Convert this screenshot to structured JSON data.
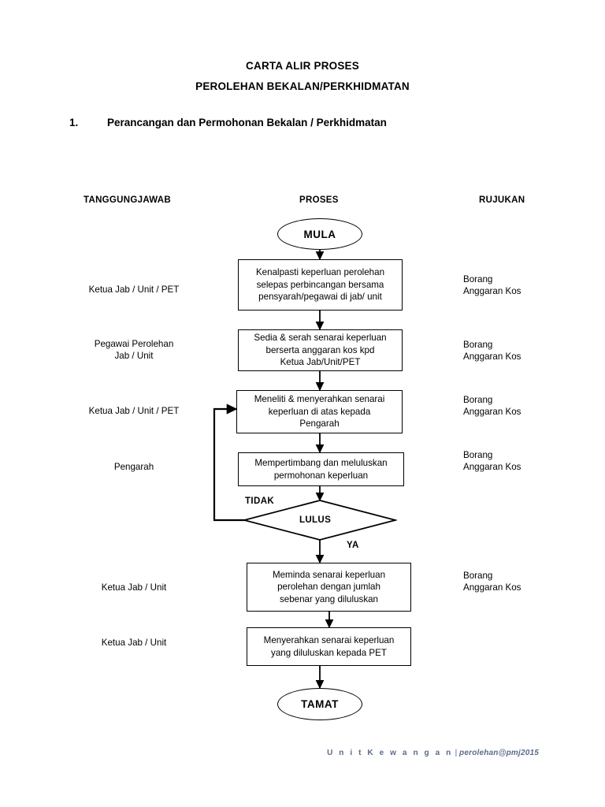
{
  "document": {
    "title_line1": "CARTA ALIR PROSES",
    "title_line2": "PEROLEHAN BEKALAN/PERKHIDMATAN",
    "section_number": "1.",
    "section_title": "Perancangan dan Permohonan Bekalan / Perkhidmatan"
  },
  "columns": {
    "left_header": "TANGGUNGJAWAB",
    "center_header": "PROSES",
    "right_header": "RUJUKAN"
  },
  "flow": {
    "start_label": "MULA",
    "end_label": "TAMAT",
    "decision_label": "LULUS",
    "branch_no": "TIDAK",
    "branch_yes": "YA",
    "steps": [
      {
        "responsibility": "Ketua Jab / Unit / PET",
        "process": "Kenalpasti keperluan perolehan\nselepas perbincangan bersama\npensyarah/pegawai di jab/ unit",
        "reference": "Borang\nAnggaran Kos"
      },
      {
        "responsibility": "Pegawai Perolehan\nJab / Unit",
        "process": "Sedia & serah senarai keperluan\nberserta anggaran kos kpd\nKetua Jab/Unit/PET",
        "reference": "Borang\nAnggaran Kos"
      },
      {
        "responsibility": "Ketua Jab / Unit / PET",
        "process": "Meneliti & menyerahkan senarai\nkeperluan di atas kepada\nPengarah",
        "reference": "Borang\nAnggaran Kos"
      },
      {
        "responsibility": "Pengarah",
        "process": "Mempertimbang dan meluluskan\npermohonan keperluan",
        "reference": "Borang\nAnggaran Kos"
      },
      {
        "responsibility": "Ketua Jab / Unit",
        "process": "Meminda senarai keperluan\nperolehan dengan jumlah\nsebenar yang diluluskan",
        "reference": "Borang\nAnggaran Kos"
      },
      {
        "responsibility": "Ketua Jab / Unit",
        "process": "Menyerahkan senarai keperluan\nyang diluluskan kepada PET",
        "reference": ""
      }
    ]
  },
  "footer": {
    "unit": "U n i t   K e w a n g a n",
    "separator": " | ",
    "email": "perolehan@pmj2015"
  },
  "colors": {
    "stroke": "#000000",
    "page_background": "#ffffff",
    "footer_text": "#5b6b8c"
  }
}
